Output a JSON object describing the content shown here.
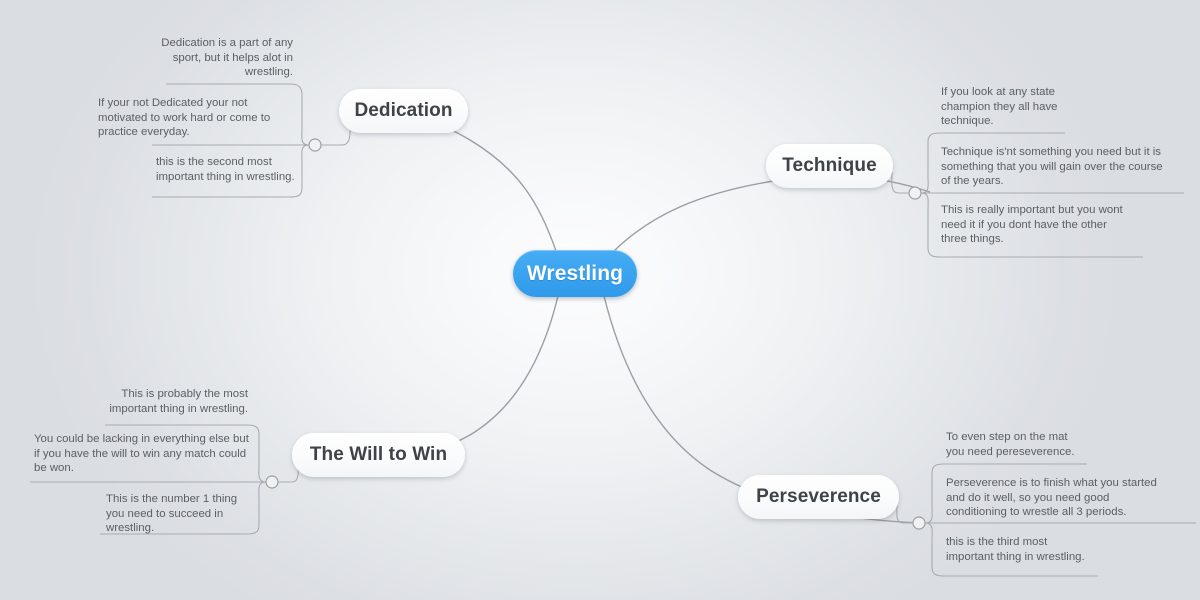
{
  "app": {
    "type": "mind-map",
    "background_edge_color": "#dcdfe4",
    "background_center_color": "#fdfdfe",
    "link_color": "#9a9ea3",
    "text_color": "#5a6066"
  },
  "root": {
    "label": "Wrestling",
    "accent_color": "#3aa3ef",
    "text_color": "#ffffff"
  },
  "branches": [
    {
      "id": "dedication",
      "label": "Dedication",
      "side": "left",
      "items": [
        "Dedication is a part of any sport, but it helps alot in wrestling.",
        "If your not Dedicated your not motivated to work hard or come to practice everyday.",
        "this is the second most important thing in wrestling."
      ]
    },
    {
      "id": "technique",
      "label": "Technique",
      "side": "right",
      "items": [
        "If you look at any state champion they all have technique.",
        "Technique is'nt something you need but it is something that you will gain over the course of the years.",
        "This is really important but you wont need it if you dont have the other three things."
      ]
    },
    {
      "id": "will",
      "label": "The Will to Win",
      "side": "left",
      "items": [
        "This is probably the most important thing in wrestling.",
        "You could be lacking in everything else but if you have the will to win any match could be won.",
        "This is the number 1 thing you need to succeed in wrestling."
      ]
    },
    {
      "id": "perseverance",
      "label": "Perseverence",
      "side": "right",
      "items": [
        "To even step on the mat you need pereseverence.",
        "Perseverence is to finish what you started and do it well, so you need good conditioning to wrestle all 3 periods.",
        "this is the third most important thing in wrestling."
      ]
    }
  ]
}
